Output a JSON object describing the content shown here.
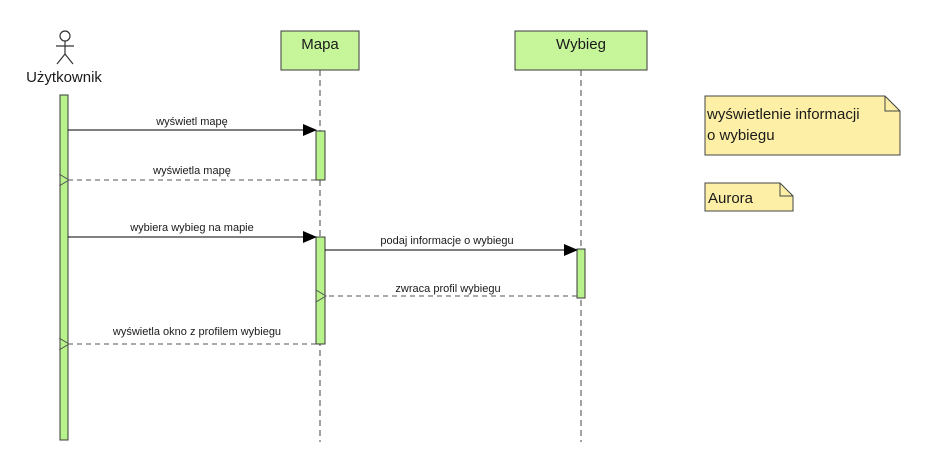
{
  "actor": {
    "name": "Użytkownik"
  },
  "objects": [
    {
      "id": "mapa",
      "name": "Mapa"
    },
    {
      "id": "wybieg",
      "name": "Wybieg"
    }
  ],
  "messages": [
    {
      "id": "m1",
      "label": "wyświetl mapę",
      "kind": "sync"
    },
    {
      "id": "m2",
      "label": "wyświetla mapę",
      "kind": "return"
    },
    {
      "id": "m3",
      "label": "wybiera wybieg na mapie",
      "kind": "sync"
    },
    {
      "id": "m4",
      "label": "podaj informacje o wybiegu",
      "kind": "sync"
    },
    {
      "id": "m5",
      "label": "zwraca profil  wybiegu",
      "kind": "return"
    },
    {
      "id": "m6",
      "label": "wyświetla okno z profilem wybiegu",
      "kind": "return"
    }
  ],
  "notes": [
    {
      "id": "n1",
      "line1": "wyświetlenie informacji",
      "line2": "o wybiegu"
    },
    {
      "id": "n2",
      "line1": "Aurora"
    }
  ],
  "colors": {
    "activation": "#b8f28a",
    "object_fill": "#c6f59a",
    "note_fill": "#fdf0a6"
  }
}
